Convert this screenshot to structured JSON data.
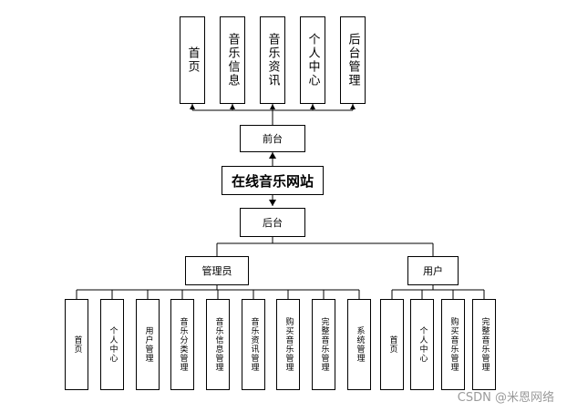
{
  "diagram": {
    "center": "在线音乐网站",
    "frontend": {
      "label": "前台",
      "items": [
        "首页",
        "音乐信息",
        "音乐资讯",
        "个人中心",
        "后台管理"
      ]
    },
    "backend": {
      "label": "后台",
      "admin": {
        "label": "管理员",
        "items": [
          "首页",
          "个人中心",
          "用户管理",
          "音乐分类管理",
          "音乐信息管理",
          "音乐资讯管理",
          "购买音乐管理",
          "完整音乐管理",
          "系统管理"
        ]
      },
      "user": {
        "label": "用户",
        "items": [
          "首页",
          "个人中心",
          "购买音乐管理",
          "完整音乐管理"
        ]
      }
    }
  },
  "watermark": "CSDN @米恩网络"
}
